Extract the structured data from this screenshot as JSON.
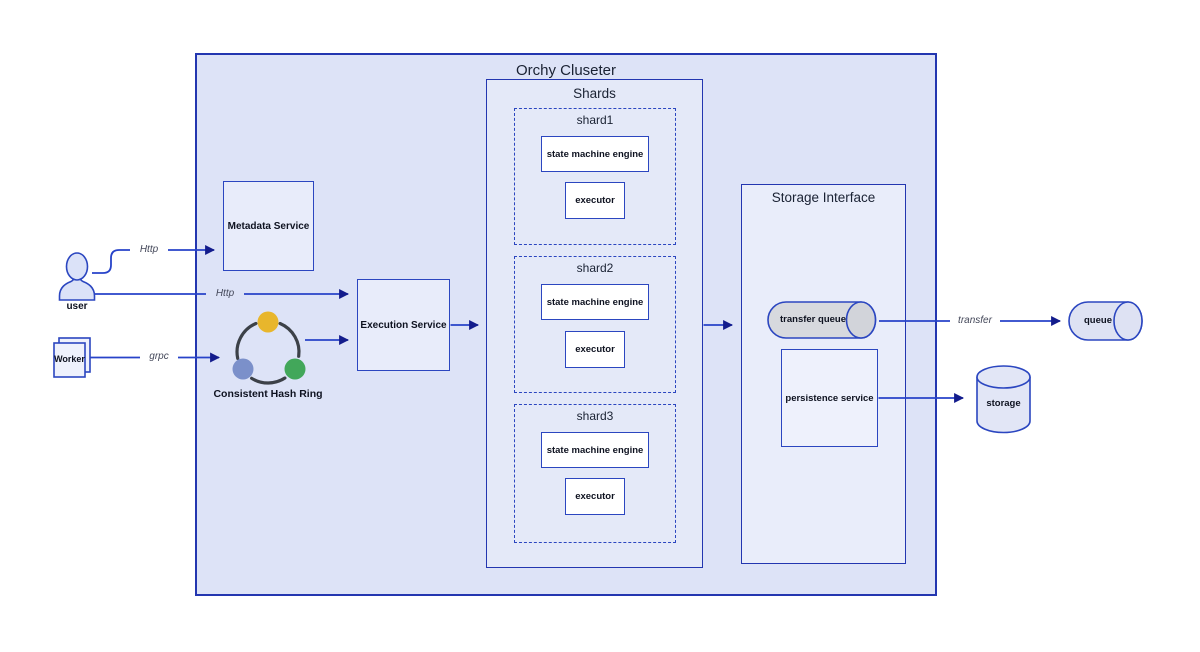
{
  "cluster": {
    "title": "Orchy Cluseter"
  },
  "left": {
    "user_label": "user",
    "worker_label": "Worker",
    "metadata_service": "Metadata Service",
    "execution_service": "Execution Service",
    "hash_ring_label": "Consistent Hash Ring"
  },
  "edges": {
    "http_metadata": "Http",
    "http_execution": "Http",
    "grpc": "grpc",
    "transfer": "transfer"
  },
  "shards": {
    "title": "Shards",
    "items": [
      {
        "label": "shard1",
        "engine": "state machine engine",
        "executor": "executor"
      },
      {
        "label": "shard2",
        "engine": "state machine engine",
        "executor": "executor"
      },
      {
        "label": "shard3",
        "engine": "state machine engine",
        "executor": "executor"
      }
    ]
  },
  "storage_interface": {
    "title": "Storage Interface",
    "transfer_queue": "transfer queue",
    "persistence_service": "persistence service"
  },
  "external": {
    "queue": "queue",
    "storage": "storage"
  },
  "colors": {
    "canvas": "#ffffff",
    "cluster_fill": "#dde3f7",
    "shards_fill": "#e4e9f8",
    "storage_interface_fill": "#e9edfa",
    "node_fill": "#e8ecfa",
    "white_box_fill": "#ffffff",
    "border_blue": "#2336b0",
    "accent_blue": "#2b46c0",
    "arrow_blue": "#2743c9",
    "arrowhead_navy": "#131c8c",
    "transfer_queue_fill": "#d7d9de",
    "queue_fill": "#dee2f3",
    "storage_fill": "#e2e6f6",
    "ring_arc": "#3c4148",
    "dot_yellow": "#e8b62c",
    "dot_blue": "#7b90ca",
    "dot_green": "#42a75a"
  }
}
